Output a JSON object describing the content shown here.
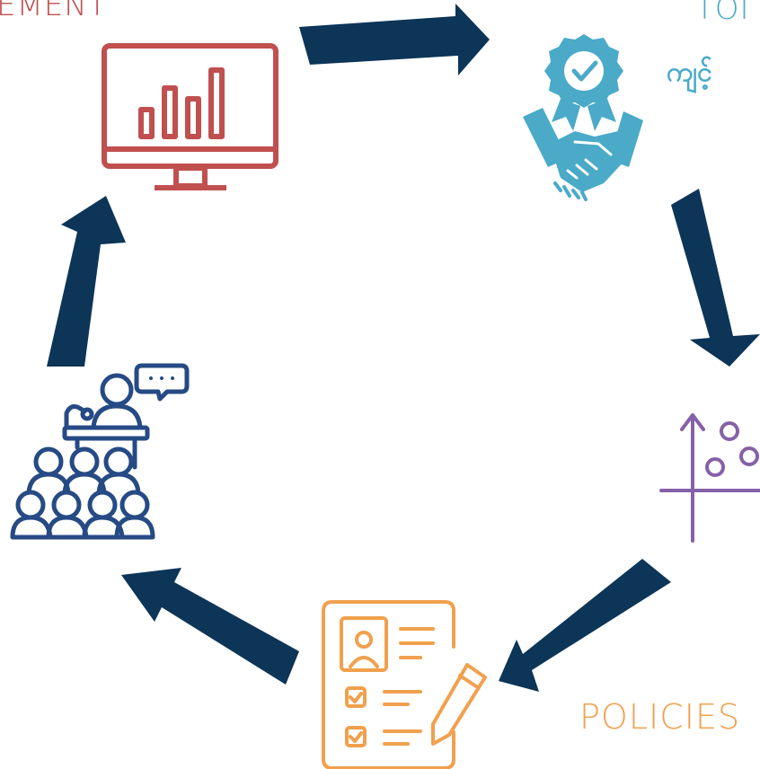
{
  "colors": {
    "arrow": "#0c3558",
    "red": "#c0504f",
    "teal": "#4aaac8",
    "purple": "#8561a8",
    "orange": "#f1a04e",
    "navy": "#264a84"
  },
  "labels": {
    "engagement": "EMENT",
    "top": "TOI",
    "top_sub": "ကျင့်",
    "policies": "POLICIES"
  },
  "icons": [
    "monitor-chart-icon",
    "award-handshake-icon",
    "scatter-plot-icon",
    "document-checklist-pen-icon",
    "audience-speaker-icon"
  ]
}
